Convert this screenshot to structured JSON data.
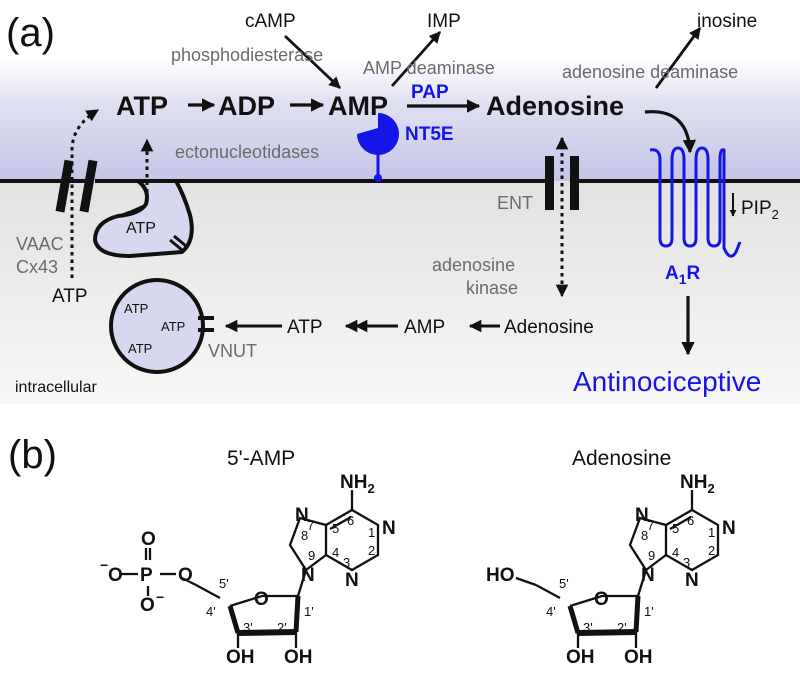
{
  "panel_a": {
    "label": "(a)",
    "pathway": {
      "atp": "ATP",
      "adp": "ADP",
      "amp": "AMP",
      "adenosine": "Adenosine",
      "camp": "cAMP",
      "imp": "IMP",
      "inosine": "inosine"
    },
    "enzymes": {
      "phosphodiesterase": "phosphodiesterase",
      "amp_deaminase": "AMP deaminase",
      "adenosine_deaminase": "adenosine deaminase",
      "pap": "PAP",
      "nt5e": "NT5E",
      "ectonucleotidases": "ectonucleotidases",
      "ent": "ENT",
      "adenosine_kinase": "adenosine kinase",
      "vnut": "VNUT"
    },
    "channels": {
      "vaac": "VAAC",
      "cx43": "Cx43"
    },
    "intracellular": {
      "atp_release": "ATP",
      "vesicle_atp": "ATP",
      "vesicle_contents": [
        "ATP",
        "ATP",
        "ATP"
      ],
      "chain_atp": "ATP",
      "chain_amp": "AMP",
      "chain_adenosine": "Adenosine",
      "compartment_label": "intracellular"
    },
    "receptor": {
      "pip_label": "PIP",
      "pip_subscript": "2",
      "a1r_label": "A",
      "a1r_subscript": "1",
      "a1r_suffix": "R",
      "effect": "Antinociceptive"
    },
    "colors": {
      "extracellular_top": "#c6c7e6",
      "intracellular_bg": "#efefef",
      "accent_blue": "#1515e6",
      "vesicle_fill": "#d7d8f0"
    }
  },
  "panel_b": {
    "label": "(b)",
    "molecules": [
      {
        "name": "5'-AMP",
        "phosphate": {
          "p": "P",
          "o_top": "O",
          "o_left": "O",
          "o_bottom": "O",
          "o_bridge": "O",
          "minus": "−"
        },
        "ring_o": "O",
        "oh": [
          "OH",
          "OH"
        ],
        "nh2_main": "NH",
        "nh2_sub": "2",
        "nitrogens": [
          "N",
          "N",
          "N",
          "N"
        ],
        "ring_numbers": [
          "7",
          "8",
          "9",
          "5",
          "4",
          "6",
          "1",
          "2",
          "3"
        ],
        "sugar_numbers": [
          "5'",
          "4'",
          "3'",
          "2'",
          "1'"
        ]
      },
      {
        "name": "Adenosine",
        "ho": "HO",
        "ring_o": "O",
        "oh": [
          "OH",
          "OH"
        ],
        "nh2_main": "NH",
        "nh2_sub": "2",
        "nitrogens": [
          "N",
          "N",
          "N",
          "N"
        ],
        "ring_numbers": [
          "7",
          "8",
          "9",
          "5",
          "4",
          "6",
          "1",
          "2",
          "3"
        ],
        "sugar_numbers": [
          "5'",
          "4'",
          "3'",
          "2'",
          "1'"
        ]
      }
    ]
  }
}
